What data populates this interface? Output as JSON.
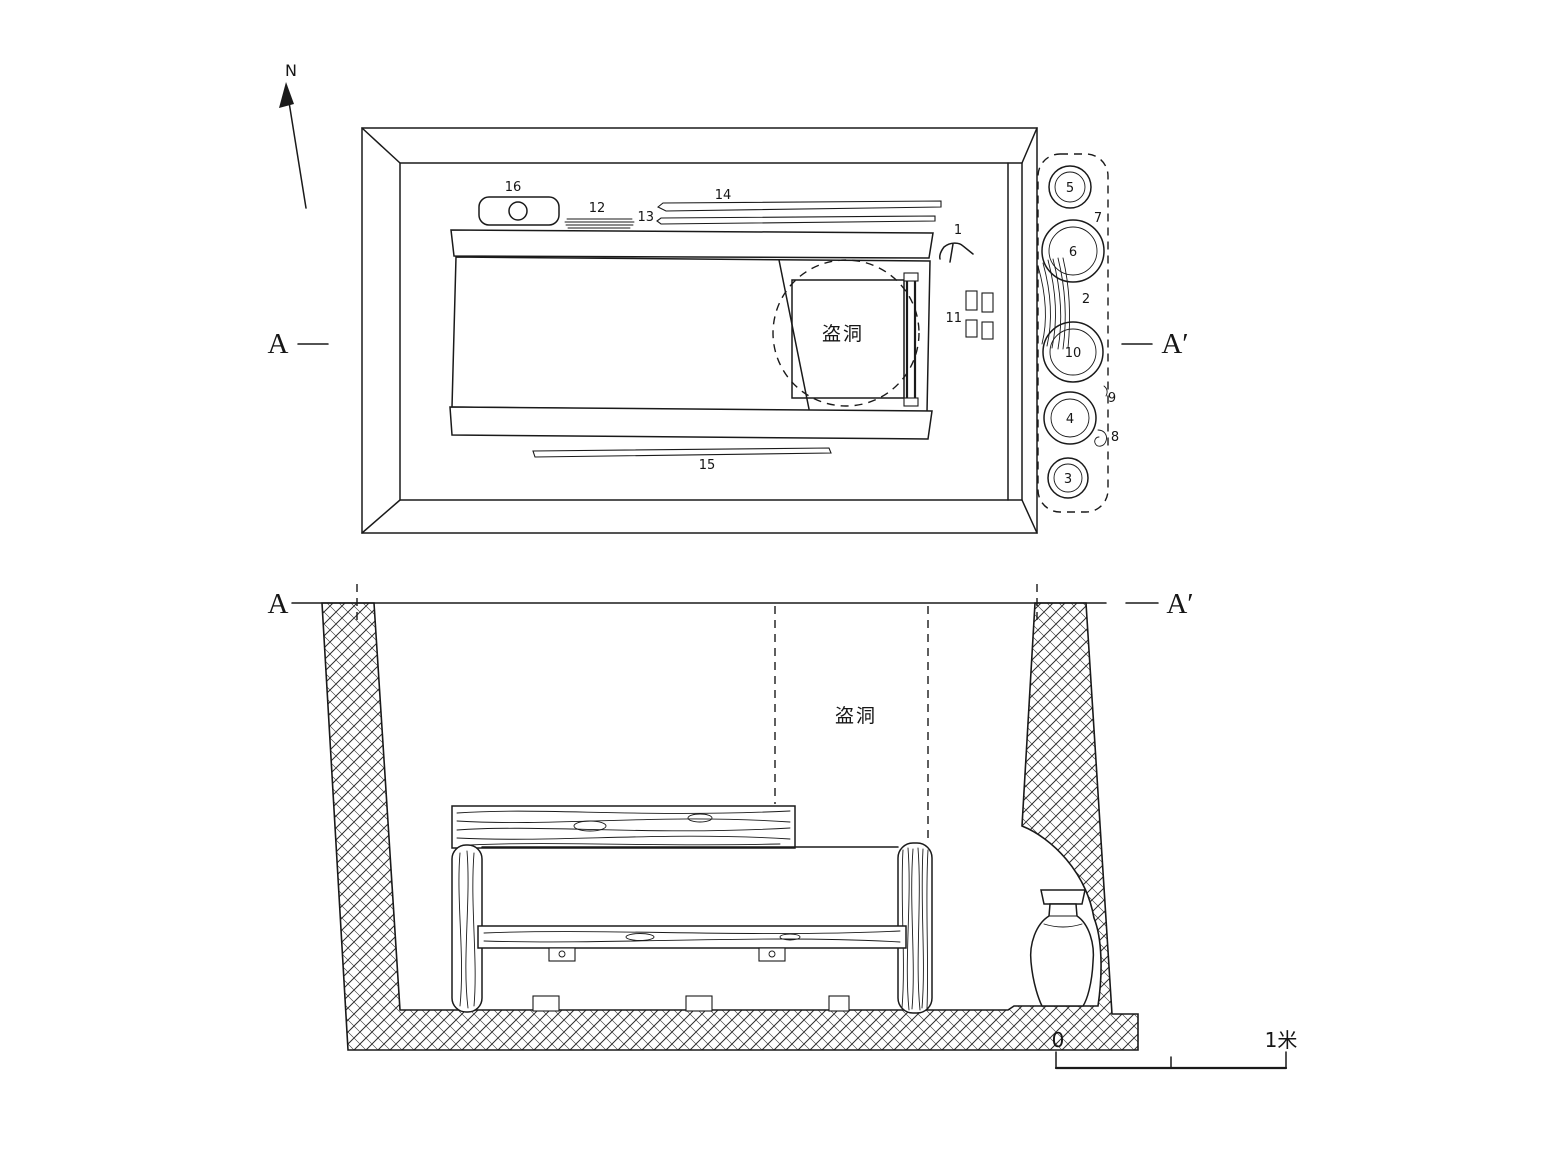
{
  "compass": {
    "label": "N"
  },
  "plan": {
    "marker_left": "A",
    "marker_right": "A′",
    "robber_hole": "盗洞",
    "labels": {
      "n1": "1",
      "n2": "2",
      "n3": "3",
      "n4": "4",
      "n5": "5",
      "n6": "6",
      "n7": "7",
      "n8": "8",
      "n9": "9",
      "n10": "10",
      "n11": "11",
      "n12": "12",
      "n13": "13",
      "n14": "14",
      "n15": "15",
      "n16": "16"
    }
  },
  "section": {
    "marker_left": "A",
    "marker_right": "A′",
    "robber_hole": "盗洞"
  },
  "scale_bar": {
    "zero": "0",
    "max": "1米"
  },
  "colors": {
    "ink": "#1a1a1a",
    "background": "#ffffff"
  }
}
